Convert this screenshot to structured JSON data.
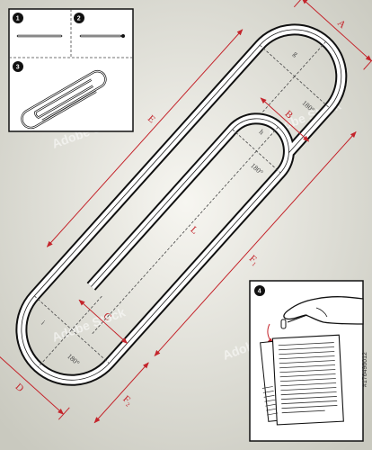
{
  "dimensions": {
    "A": "A",
    "B": "B",
    "C": "C",
    "D": "D",
    "E": "E",
    "F1": "F₁",
    "F2": "F₂",
    "L": "L",
    "g": "g",
    "h": "h",
    "i": "i"
  },
  "angles": [
    "180°",
    "180°",
    "180°"
  ],
  "steps": [
    "1",
    "2",
    "3",
    "4"
  ],
  "watermark": "Adobe Stock",
  "stock_id": "#176496012",
  "colors": {
    "dimension": "#c4242b",
    "outline": "#111111",
    "background": "#f4f2ec"
  }
}
